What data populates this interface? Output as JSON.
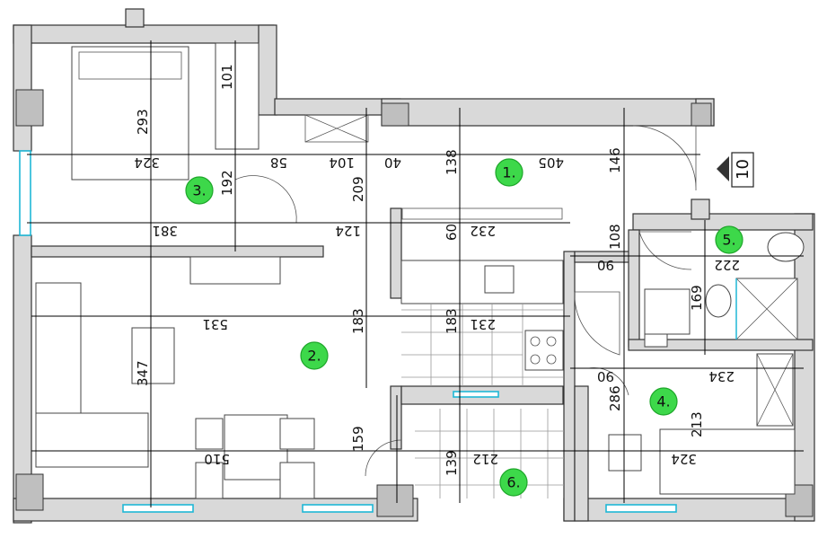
{
  "plan": {
    "plate": "10",
    "rooms": [
      {
        "id": "room-1",
        "label": "1."
      },
      {
        "id": "room-2",
        "label": "2."
      },
      {
        "id": "room-3",
        "label": "3."
      },
      {
        "id": "room-4",
        "label": "4."
      },
      {
        "id": "room-5",
        "label": "5."
      },
      {
        "id": "room-6",
        "label": "6."
      }
    ],
    "dimensions": {
      "d101": "101",
      "d293": "293",
      "d324a": "324",
      "d58": "58",
      "d104": "104",
      "d40": "40",
      "d138": "138",
      "d405": "405",
      "d146": "146",
      "d192": "192",
      "d209": "209",
      "d381": "381",
      "d124": "124",
      "d60": "60",
      "d232": "232",
      "d108": "108",
      "d90a": "90",
      "d222": "222",
      "d169": "169",
      "d183a": "183",
      "d183b": "183",
      "d531": "531",
      "d231": "231",
      "d347": "347",
      "d90b": "90",
      "d234": "234",
      "d286": "286",
      "d213": "213",
      "d510": "510",
      "d159": "159",
      "d139": "139",
      "d212": "212",
      "d324b": "324"
    },
    "colors": {
      "room_marker": "#3dd84a",
      "window": "#1fb7d6",
      "wall": "#d9d9d9"
    }
  }
}
